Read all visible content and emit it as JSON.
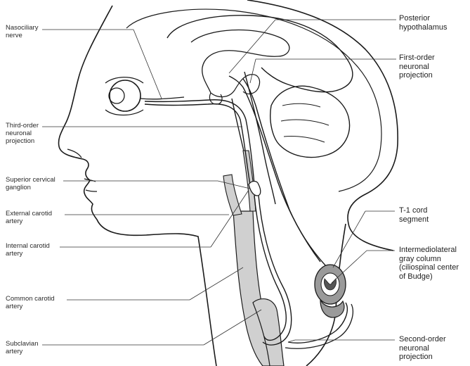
{
  "labels_left": [
    {
      "id": "nasociliary-nerve",
      "lines": [
        "Nasociliary",
        "nerve"
      ]
    },
    {
      "id": "third-order-neuronal-projection",
      "lines": [
        "Third-order",
        "neuronal",
        "projection"
      ]
    },
    {
      "id": "superior-cervical-ganglion",
      "lines": [
        "Superior cervical",
        "ganglion"
      ]
    },
    {
      "id": "external-carotid-artery",
      "lines": [
        "External carotid",
        "artery"
      ]
    },
    {
      "id": "internal-carotid-artery",
      "lines": [
        "Internal carotid",
        "artery"
      ]
    },
    {
      "id": "common-carotid-artery",
      "lines": [
        "Common carotid",
        "artery"
      ]
    },
    {
      "id": "subclavian-artery",
      "lines": [
        "Subclavian",
        "artery"
      ]
    }
  ],
  "labels_right": [
    {
      "id": "posterior-hypothalamus",
      "lines": [
        "Posterior",
        "hypothalamus"
      ]
    },
    {
      "id": "first-order-neuronal-projection",
      "lines": [
        "First-order",
        "neuronal",
        "projection"
      ]
    },
    {
      "id": "t1-cord-segment",
      "lines": [
        "T-1 cord",
        "segment"
      ]
    },
    {
      "id": "intermediolateral-gray-column",
      "lines": [
        "Intermediolateral",
        "gray column",
        "(ciliospinal center",
        "of Budge)"
      ]
    },
    {
      "id": "second-order-neuronal-projection",
      "lines": [
        "Second-order",
        "neuronal",
        "projection"
      ]
    }
  ],
  "colors": {
    "outline": "#1a1a1a",
    "artery_fill": "#d0d0d0",
    "cord_fill": "#9a9a9a",
    "leader": "#333333"
  }
}
